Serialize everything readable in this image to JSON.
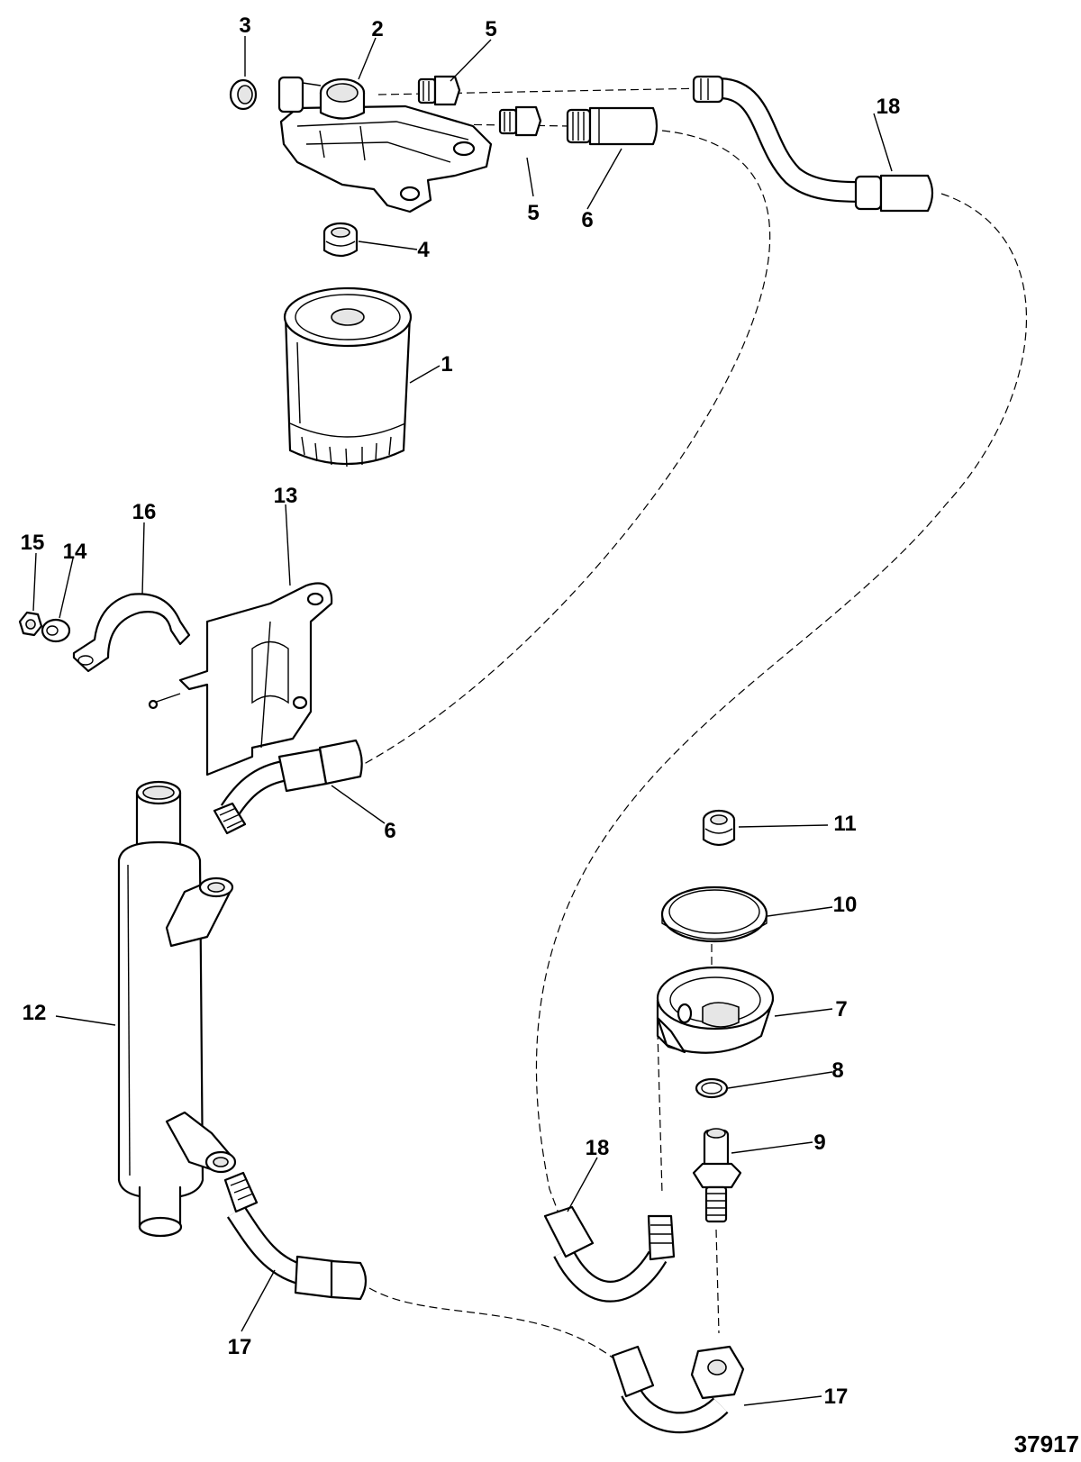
{
  "diagram": {
    "figure_number": "37917",
    "callouts": {
      "c1": "1",
      "c2": "2",
      "c3": "3",
      "c4": "4",
      "c5a": "5",
      "c5b": "5",
      "c6a": "6",
      "c6b": "6",
      "c7": "7",
      "c8": "8",
      "c9": "9",
      "c10": "10",
      "c11": "11",
      "c12": "12",
      "c13": "13",
      "c14": "14",
      "c15": "15",
      "c16": "16",
      "c17a": "17",
      "c17b": "17",
      "c18a": "18",
      "c18b": "18"
    }
  }
}
